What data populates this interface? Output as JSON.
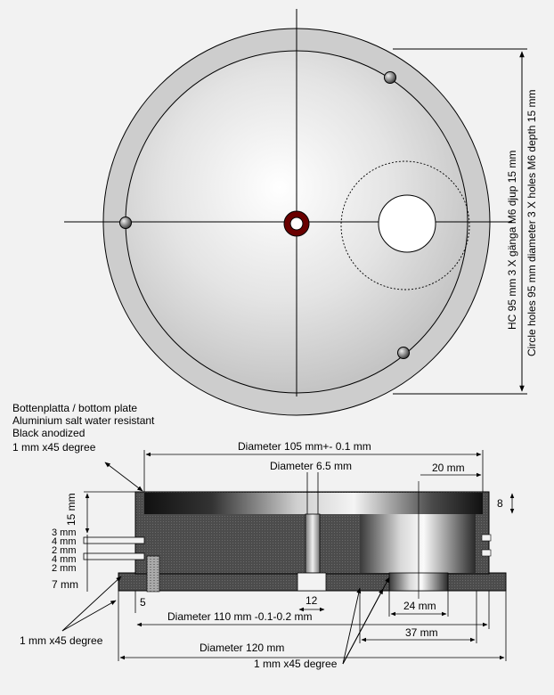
{
  "plan_view": {
    "dim_hc": "HC 95 mm 3 X gänga M6 djup 15 mm",
    "dim_circle_holes": "Circle holes 95 mm diameter 3 X holes M6 depth 15 mm"
  },
  "notes": {
    "line1": "Bottenplatta / bottom plate",
    "line2": "Aluminium salt water resistant",
    "line3": "Black anodized",
    "line4": "1 mm x45 degree"
  },
  "section_view": {
    "dim_diameter_105": "Diameter 105 mm+- 0.1 mm",
    "dim_diameter_6_5": "Diameter 6.5 mm",
    "dim_20": "20 mm",
    "dim_8": "8",
    "dim_15": "15 mm",
    "dim_3": "3 mm",
    "dim_4a": "4 mm",
    "dim_2a": "2 mm",
    "dim_4b": "4 mm",
    "dim_2b": "2 mm",
    "dim_7": "7 mm",
    "dim_5": "5",
    "dim_12": "12",
    "dim_24": "24 mm",
    "dim_diameter_110": "Diameter 110 mm -0.1-0.2 mm",
    "dim_37": "37 mm",
    "dim_diameter_120": "Diameter 120 mm",
    "chamfer_left": "1 mm x45 degree",
    "chamfer_bottom": "1 mm x45 degree"
  }
}
